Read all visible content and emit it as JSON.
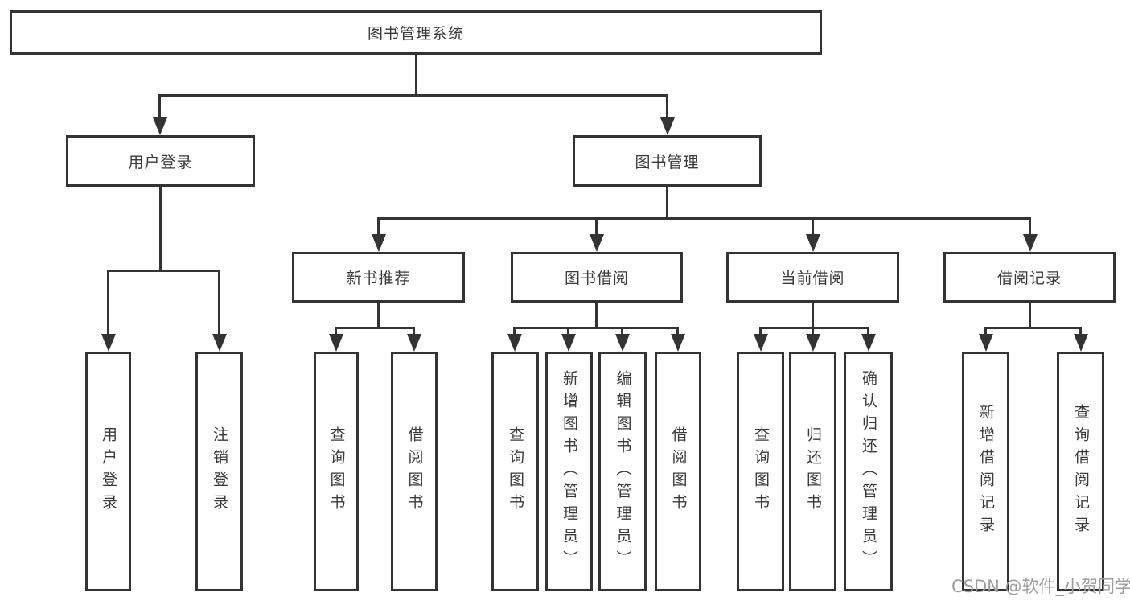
{
  "diagram": {
    "title": "图书管理系统",
    "colors": {
      "line": "#333333",
      "text": "#3a3a3a",
      "box_bg": "#ffffff",
      "watermark": "#9e9e9e"
    },
    "tree": {
      "root": {
        "label": "图书管理系统",
        "children": [
          {
            "label": "用户登录",
            "children": [
              {
                "label": "用户登录"
              },
              {
                "label": "注销登录"
              }
            ]
          },
          {
            "label": "图书管理",
            "children": [
              {
                "label": "新书推荐",
                "children": [
                  {
                    "label": "查询图书"
                  },
                  {
                    "label": "借阅图书"
                  }
                ]
              },
              {
                "label": "图书借阅",
                "children": [
                  {
                    "label": "查询图书"
                  },
                  {
                    "label": "新增图书（管理员）"
                  },
                  {
                    "label": "编辑图书（管理员）"
                  },
                  {
                    "label": "借阅图书"
                  }
                ]
              },
              {
                "label": "当前借阅",
                "children": [
                  {
                    "label": "查询图书"
                  },
                  {
                    "label": "归还图书"
                  },
                  {
                    "label": "确认归还（管理员）"
                  }
                ]
              },
              {
                "label": "借阅记录",
                "children": [
                  {
                    "label": "新增借阅记录"
                  },
                  {
                    "label": "查询借阅记录"
                  }
                ]
              }
            ]
          }
        ]
      }
    },
    "watermark": "CSDN @软件_小贺同学"
  }
}
